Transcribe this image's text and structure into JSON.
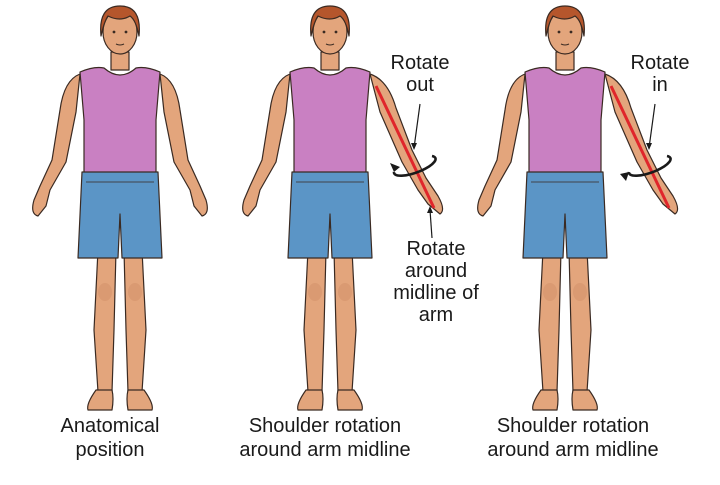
{
  "figures": [
    {
      "id": "anatomical",
      "caption": "Anatomical\nposition",
      "highlight": "none"
    },
    {
      "id": "rotate-out",
      "caption": "Shoulder rotation\naround arm midline",
      "highlight": "left-arm",
      "rotation_direction": "out"
    },
    {
      "id": "rotate-in",
      "caption": "Shoulder rotation\naround arm midline",
      "highlight": "left-arm",
      "rotation_direction": "in"
    }
  ],
  "annotations": {
    "rotate_out": "Rotate\nout",
    "rotate_in": "Rotate\nin",
    "midline": "Rotate\naround\nmidline of\narm"
  },
  "colors": {
    "skin": "#e3a57c",
    "skin_shadow": "#c98762",
    "tank_top": "#c980c2",
    "shorts": "#5b95c6",
    "hair": "#b5562c",
    "outline": "#3a2a22",
    "midline": "#e0262b",
    "arrow": "#1a1a1a"
  }
}
